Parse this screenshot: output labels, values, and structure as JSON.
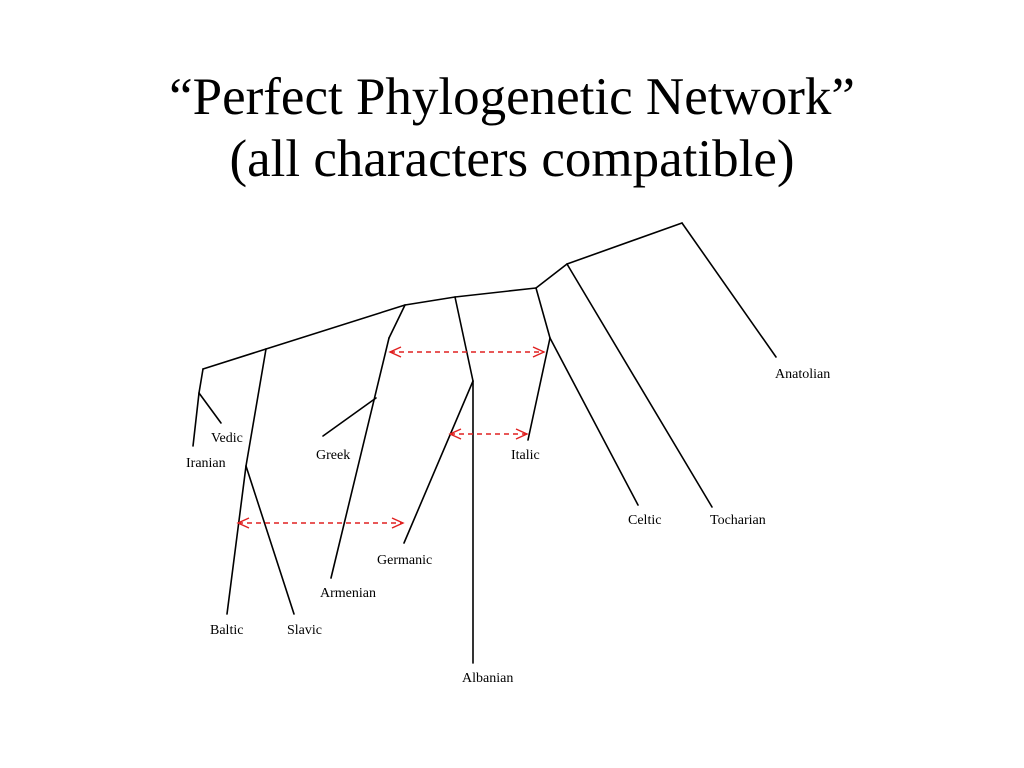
{
  "title": {
    "line1": "“Perfect Phylogenetic Network”",
    "line2": "(all characters compatible)"
  },
  "languages": {
    "anatolian": "Anatolian",
    "vedic": "Vedic",
    "iranian": "Iranian",
    "greek": "Greek",
    "italic": "Italic",
    "celtic": "Celtic",
    "tocharian": "Tocharian",
    "germanic": "Germanic",
    "armenian": "Armenian",
    "baltic": "Baltic",
    "slavic": "Slavic",
    "albanian": "Albanian"
  },
  "colors": {
    "tree_edges": "#000000",
    "contact_edges": "#e02020"
  }
}
